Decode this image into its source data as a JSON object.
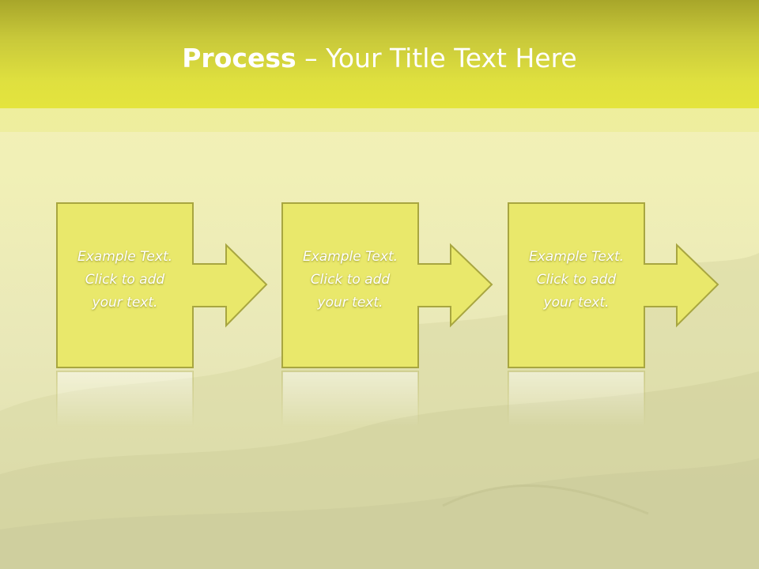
{
  "slide": {
    "title_bold": "Process",
    "title_rest": " – Your Title Text Here"
  },
  "colors": {
    "title_bar": "#dfe03f",
    "step_fill": "#e9e86b",
    "step_stroke": "#a8a640",
    "text": "#ffffff"
  },
  "steps": [
    {
      "line1": "Example Text.",
      "line2": "Click  to add",
      "line3": "your text."
    },
    {
      "line1": "Example Text.",
      "line2": "Click  to add",
      "line3": "your text."
    },
    {
      "line1": "Example Text.",
      "line2": "Click  to add",
      "line3": "your text."
    }
  ]
}
